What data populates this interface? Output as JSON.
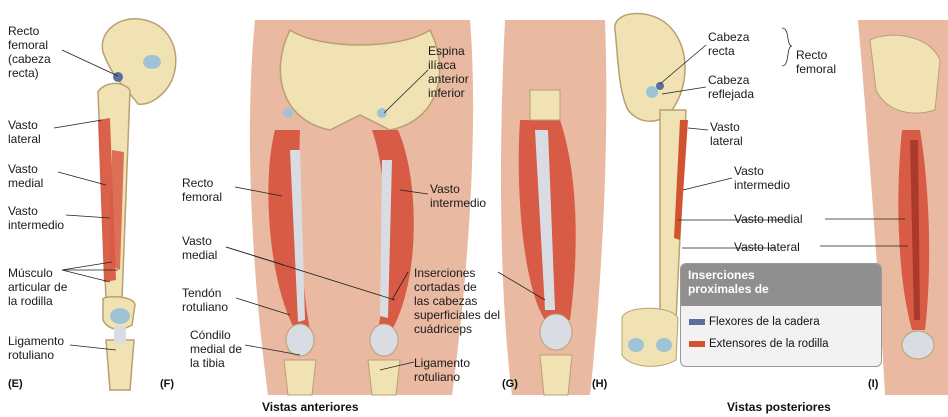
{
  "colors": {
    "bone": "#f1e2b4",
    "bone_edge": "#b9a071",
    "muscle": "#d85b45",
    "muscle_dark": "#a93a2c",
    "tendon": "#d9dde3",
    "cartilage": "#9fc3d6",
    "skin": "#e9b9a1",
    "flexor_swatch": "#5b6f9e",
    "extensor_swatch": "#d2532f"
  },
  "panels": {
    "E": "(E)",
    "F": "(F)",
    "G": "(G)",
    "H": "(H)",
    "I": "(I)"
  },
  "captions": {
    "anterior": "Vistas anteriores",
    "posterior": "Vistas posteriores"
  },
  "labels_E": {
    "recto_femoral_cabeza_recta": "Recto\nfemoral\n(cabeza\nrecta)",
    "vasto_lateral": "Vasto\nlateral",
    "vasto_medial": "Vasto\nmedial",
    "vasto_intermedio": "Vasto\nintermedio",
    "musculo_articular": "Músculo\narticular de\nla rodilla",
    "ligamento_rotuliano": "Ligamento\nrotuliano"
  },
  "labels_F": {
    "recto_femoral": "Recto\nfemoral",
    "vasto_medial": "Vasto\nmedial",
    "tendon_rotuliano": "Tendón\nrotuliano",
    "condilo_medial": "Cóndilo\nmedial de\nla tibia",
    "espina_iliaca": "Espina\nilíaca\nanterior\ninferior"
  },
  "labels_G": {
    "vasto_intermedio": "Vasto\nintermedio",
    "inserciones_cortadas": "Inserciones\ncortadas de\nlas cabezas\nsuperficiales del\ncuádriceps",
    "ligamento_rotuliano": "Ligamento\nrotuliano"
  },
  "labels_H": {
    "cabeza_recta": "Cabeza\nrecta",
    "cabeza_reflejada": "Cabeza\nreflejada",
    "recto_femoral": "Recto\nfemoral",
    "vasto_lateral_top": "Vasto\nlateral",
    "vasto_intermedio": "Vasto\nintermedio",
    "vasto_medial": "Vasto medial",
    "vasto_lateral": "Vasto lateral"
  },
  "legend": {
    "title": "Inserciones\nproximales de",
    "flexores": "Flexores de la cadera",
    "extensores": "Extensores de la rodilla"
  }
}
